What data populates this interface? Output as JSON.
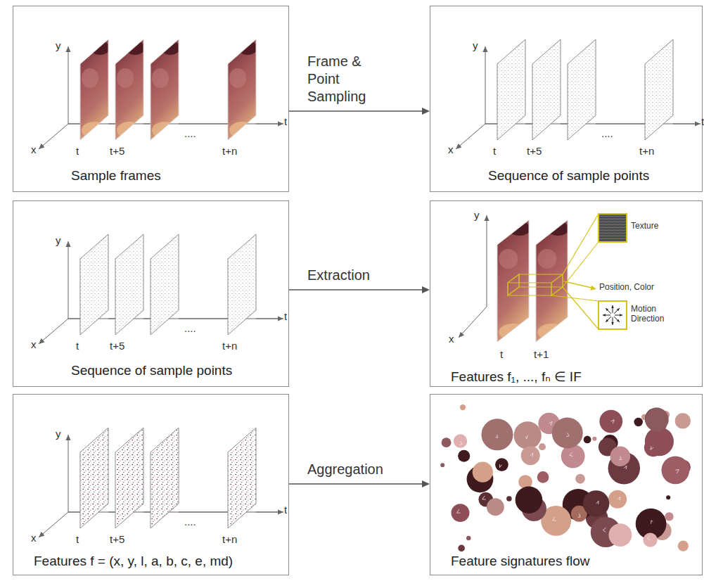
{
  "diagram": {
    "nodes": [
      {
        "text": [
          "Sample frames"
        ]
      },
      {
        "text": [
          "Sequence of sample points"
        ]
      },
      {
        "text": [
          "Sequence of sample points"
        ]
      },
      {
        "text": [
          "Features f₁, ..., fₙ ∈ IF"
        ]
      },
      {
        "text": [
          "Features f = (x, y, l, a, b, c, e, md)"
        ]
      },
      {
        "text": [
          "Feature signatures flow"
        ]
      }
    ],
    "edges": [
      {
        "from": 0,
        "to": 1,
        "label": "Frame & Point Sampling",
        "arrow": "to"
      },
      {
        "from": 2,
        "to": 3,
        "label": "Extraction",
        "arrow": "to"
      },
      {
        "from": 4,
        "to": 5,
        "label": "Aggregation",
        "arrow": "to"
      }
    ],
    "labels": [
      "y",
      "x",
      "t",
      "t",
      "t+5",
      "....",
      "t+n",
      "y",
      "x",
      "t",
      "t",
      "t+5",
      "....",
      "t+n",
      "y",
      "x",
      "t",
      "t",
      "t+5",
      "....",
      "t+n",
      "y",
      "x",
      "t",
      "t+1",
      "Texture",
      "Position, Color",
      "Motion Direction",
      "y",
      "x",
      "t",
      "t",
      "t+5",
      "....",
      "t+n"
    ]
  }
}
